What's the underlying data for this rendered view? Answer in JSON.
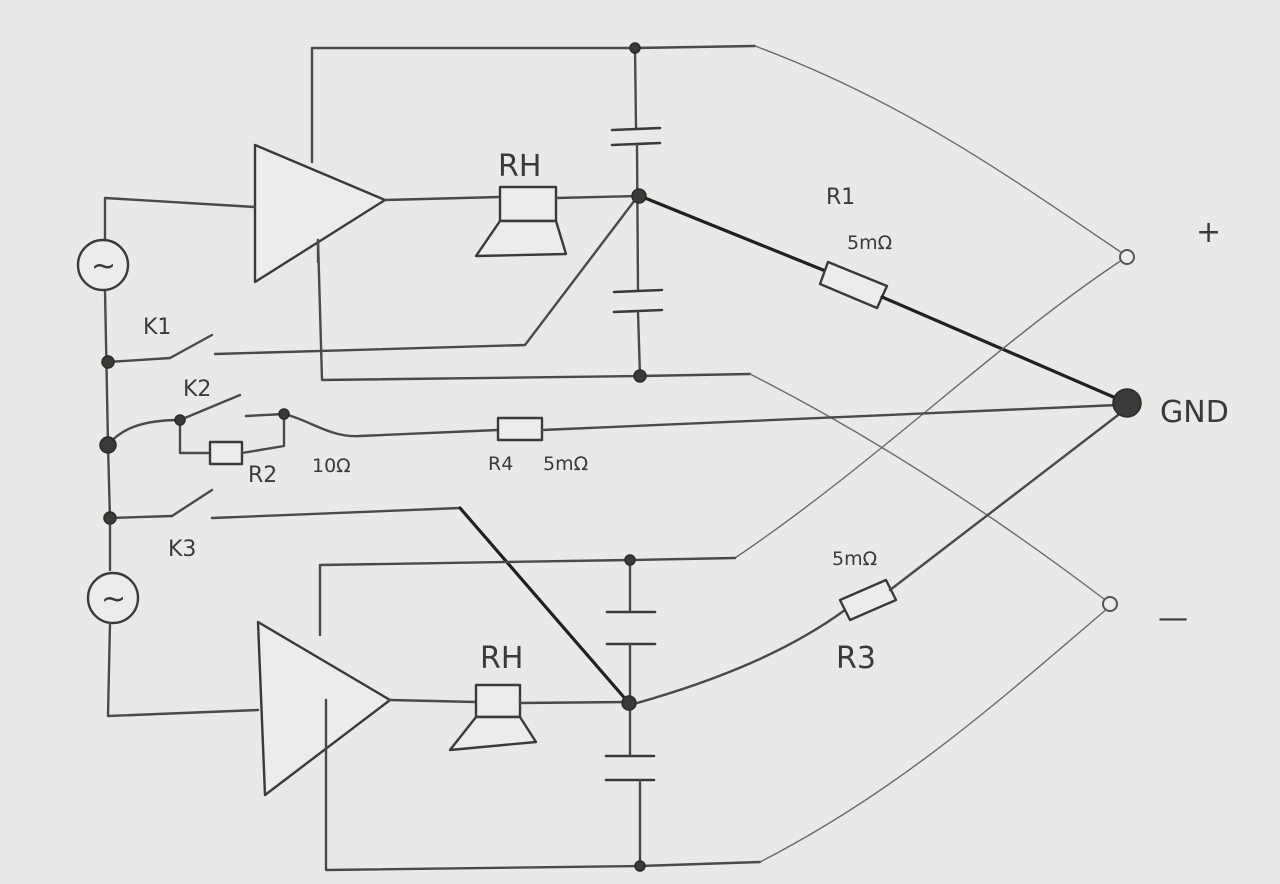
{
  "diagram": {
    "top_load_label": "RH",
    "bottom_load_label": "RH",
    "r1": {
      "name": "R1",
      "value": "5mΩ"
    },
    "r2": {
      "name": "R2",
      "value": "10Ω"
    },
    "r3": {
      "name": "R3",
      "value": "5mΩ"
    },
    "r4": {
      "name": "R4",
      "value": "5mΩ"
    },
    "k1": "K1",
    "k2": "K2",
    "k3": "K3",
    "gnd": "GND",
    "plus": "+",
    "minus": "—",
    "source_symbol": "~"
  }
}
